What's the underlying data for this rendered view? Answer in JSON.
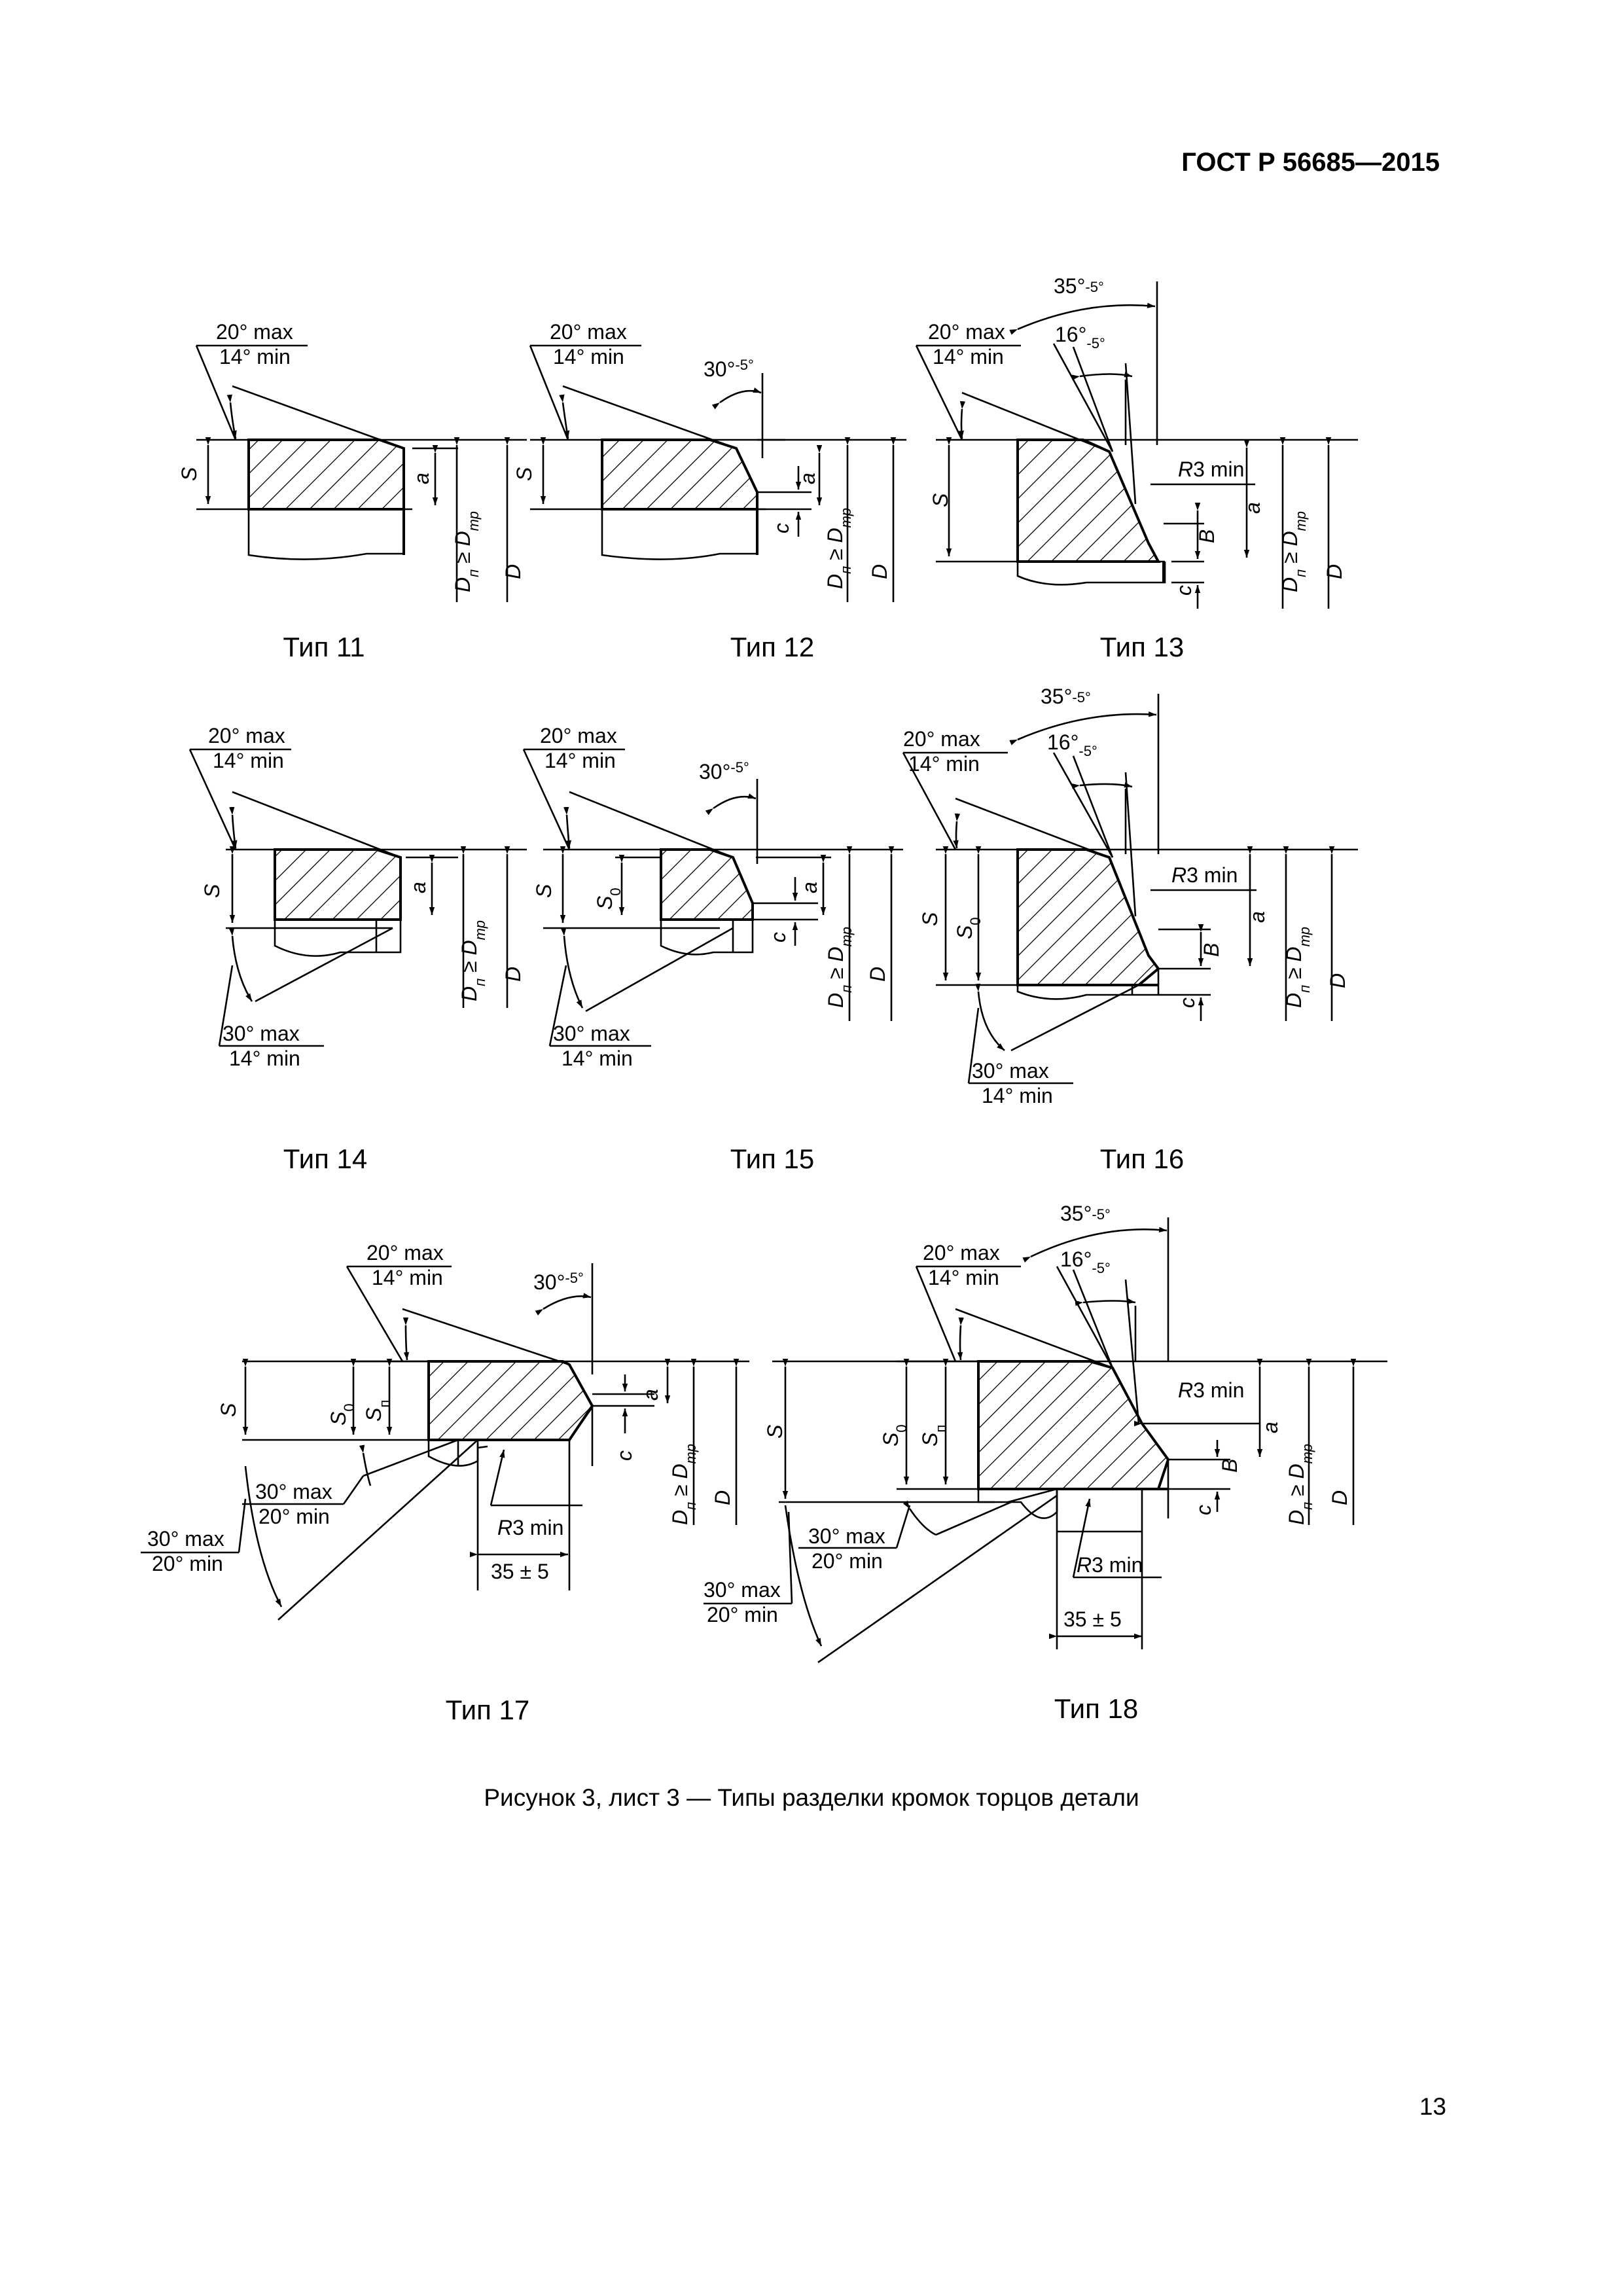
{
  "document": {
    "standard_id": "ГОСТ Р 56685—2015",
    "page_number": "13",
    "caption": "Рисунок 3, лист 3 — Типы разделки кромок торцов детали"
  },
  "labels": {
    "t11": "Тип 11",
    "t12": "Тип 12",
    "t13": "Тип 13",
    "t14": "Тип 14",
    "t15": "Тип 15",
    "t16": "Тип 16",
    "t17": "Тип 17",
    "t18": "Тип 18",
    "deg20max": "20° max",
    "deg14min": "14° min",
    "deg30max": "30° max",
    "deg20min": "20° min",
    "deg30": "30°",
    "deg35": "35°",
    "deg16": "16°",
    "tol5": "-5°",
    "r3": "R",
    "r3min": "3 min",
    "dim35": "35 ± 5",
    "S": "S",
    "S0_main": "S",
    "S0_sub": "0",
    "Sp_main": "S",
    "Sp_sub": "п",
    "a": "a",
    "c": "c",
    "B": "B",
    "D": "D",
    "Dp_main": "D",
    "Dp_sub": "п",
    "geq": " ≥ ",
    "Dtr_main": "D",
    "Dtr_sub": "тр"
  }
}
